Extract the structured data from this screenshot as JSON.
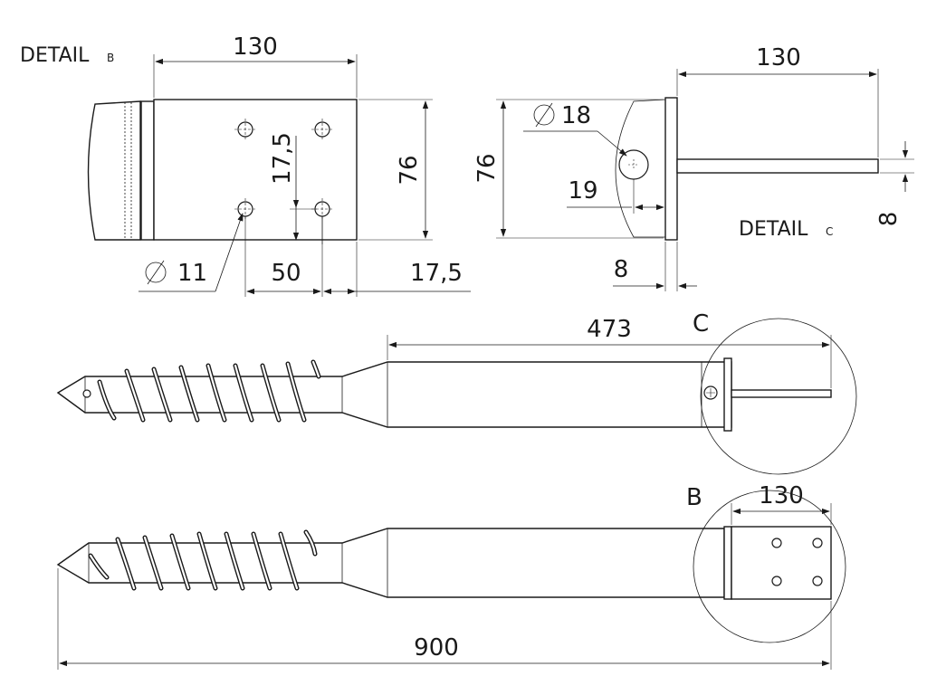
{
  "detail_b": {
    "label": "DETAIL",
    "label_suffix": "B",
    "width": "130",
    "height": "76",
    "hole_spacing_vertical": "17,5",
    "hole_spacing_horizontal": "50",
    "edge_offset": "17,5",
    "hole_diameter": "11"
  },
  "detail_c": {
    "label": "DETAIL",
    "label_suffix": "C",
    "length": "130",
    "height": "76",
    "hole_diameter": "18",
    "hole_offset": "19",
    "plate_thickness": "8",
    "fin_thickness": "8"
  },
  "view_c": {
    "callout": "C",
    "length": "473"
  },
  "view_b": {
    "callout": "B",
    "plate_width": "130",
    "total_length": "900"
  }
}
